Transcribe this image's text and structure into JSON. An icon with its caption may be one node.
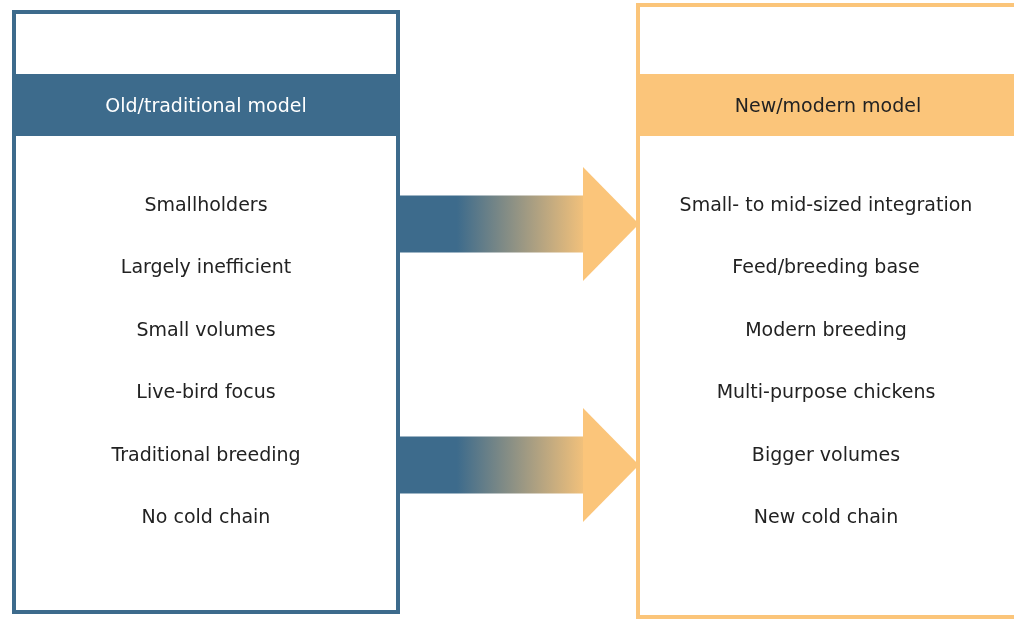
{
  "diagram": {
    "nodes": [
      {
        "text": [
          "Old/traditional model",
          "Smallholders",
          "Largely inefficient",
          "Small volumes",
          "Live-bird focus",
          "Traditional breeding",
          "No cold chain"
        ]
      },
      {
        "text": [
          "New/modern model",
          "Small- to mid-sized integration",
          "Feed/breeding base",
          "Modern breeding",
          "Multi-purpose chickens",
          "Bigger volumes",
          "New cold chain"
        ]
      }
    ],
    "edges": [
      {
        "from": 0,
        "to": 1,
        "arrow": "to"
      },
      {
        "from": 0,
        "to": 1,
        "arrow": "to"
      }
    ]
  }
}
